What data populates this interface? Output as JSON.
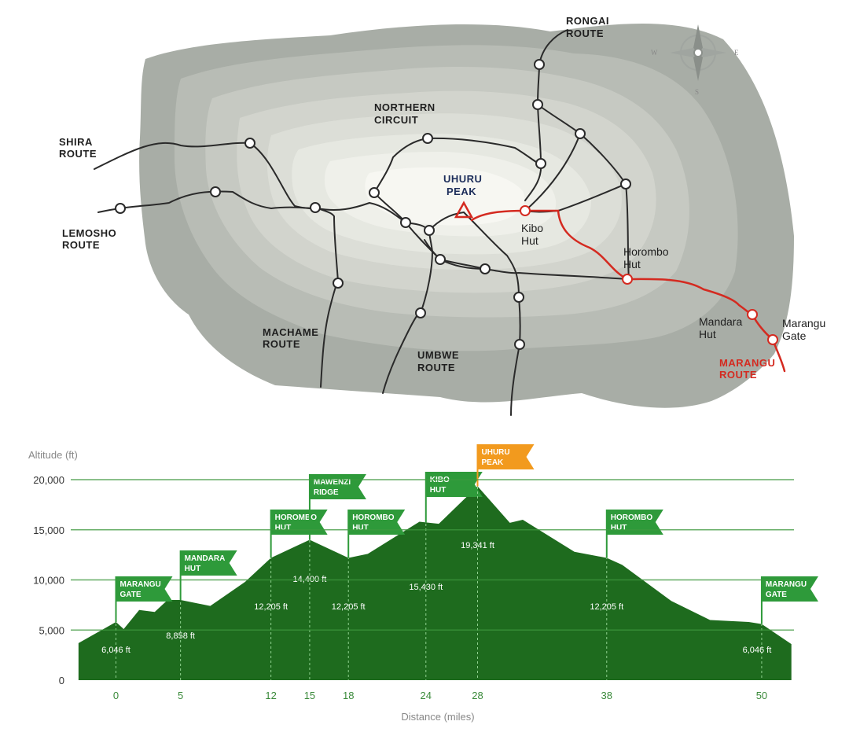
{
  "map": {
    "labels": {
      "rongai_1": "RONGAI",
      "rongai_2": "ROUTE",
      "northern_1": "NORTHERN",
      "northern_2": "CIRCUIT",
      "shira_1": "SHIRA",
      "shira_2": "ROUTE",
      "lemosho_1": "LEMOSHO",
      "lemosho_2": "ROUTE",
      "machame_1": "MACHAME",
      "machame_2": "ROUTE",
      "umbwe_1": "UMBWE",
      "umbwe_2": "ROUTE",
      "marangu_1": "MARANGU",
      "marangu_2": "ROUTE",
      "uhuru_1": "UHURU",
      "uhuru_2": "PEAK",
      "kibo_1": "Kibo",
      "kibo_2": "Hut",
      "horombo_1": "Horombo",
      "horombo_2": "Hut",
      "mandara_1": "Mandara",
      "mandara_2": "Hut",
      "gate_1": "Marangu",
      "gate_2": "Gate"
    },
    "compass": {
      "w": "W",
      "e": "E",
      "s": "S"
    },
    "colors": {
      "route_red": "#d42a20",
      "peak_navy": "#1c2d5a",
      "trail": "#2a2a2a"
    }
  },
  "chart_data": {
    "type": "area",
    "ylabel": "Altitude (ft)",
    "xlabel": "Distance (miles)",
    "ylim": [
      0,
      20000
    ],
    "xlim": [
      -3.5,
      52.5
    ],
    "yticks": [
      0,
      5000,
      10000,
      15000,
      20000
    ],
    "ytick_labels": [
      "0",
      "5,000",
      "10,000",
      "15,000",
      "20,000"
    ],
    "xticks": [
      0,
      5,
      12,
      15,
      18,
      24,
      28,
      38,
      50
    ],
    "xtick_labels": [
      "0",
      "5",
      "12",
      "15",
      "18",
      "24",
      "28",
      "38",
      "50"
    ],
    "grid": "horizontal",
    "color": "#1e6b1e",
    "series": [
      {
        "x": [
          -2.9,
          0,
          0.6,
          1.8,
          3.0,
          4.0,
          5.0,
          7.3,
          10.0,
          12.0,
          15.0,
          18.0,
          19.5,
          23.5,
          25.0,
          28.0,
          30.5,
          31.5,
          35.5,
          38.0,
          39.2,
          43.0,
          46.0,
          49.0,
          50.0,
          52.3
        ],
        "y": [
          3700,
          5800,
          5100,
          7000,
          6800,
          8000,
          8000,
          7400,
          9800,
          12200,
          14000,
          12200,
          12600,
          15800,
          15600,
          19341,
          15700,
          16000,
          12800,
          12200,
          11500,
          7900,
          6000,
          5800,
          5600,
          3600
        ]
      }
    ],
    "flags": [
      {
        "x": 0,
        "label_1": "MARANGU",
        "label_2": "GATE",
        "elev": "6,046 ft",
        "highlight": false
      },
      {
        "x": 5,
        "label_1": "MANDARA",
        "label_2": "HUT",
        "elev": "8,858 ft",
        "highlight": false
      },
      {
        "x": 12,
        "label_1": "HOROMBO",
        "label_2": "HUT",
        "elev": "12,205 ft",
        "highlight": false
      },
      {
        "x": 15,
        "label_1": "MAWENZI",
        "label_2": "RIDGE",
        "elev": "14,400 ft",
        "highlight": false
      },
      {
        "x": 18,
        "label_1": "HOROMBO",
        "label_2": "HUT",
        "elev": "12,205 ft",
        "highlight": false
      },
      {
        "x": 24,
        "label_1": "KIBO",
        "label_2": "HUT",
        "elev": "15,430 ft",
        "highlight": false
      },
      {
        "x": 28,
        "label_1": "UHURU",
        "label_2": "PEAK",
        "elev": "19,341 ft",
        "highlight": true
      },
      {
        "x": 38,
        "label_1": "HOROMBO",
        "label_2": "HUT",
        "elev": "12,205 ft",
        "highlight": false
      },
      {
        "x": 50,
        "label_1": "MARANGU",
        "label_2": "GATE",
        "elev": "6,046 ft",
        "highlight": false
      }
    ],
    "flag_colors": {
      "normal": "#2e9a3a",
      "highlight": "#f29a1e"
    }
  }
}
